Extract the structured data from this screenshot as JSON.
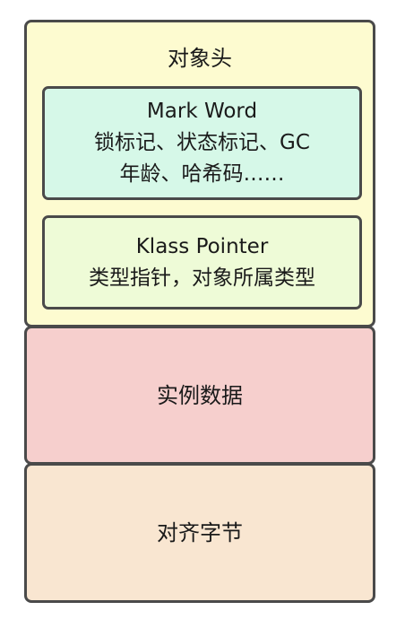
{
  "object_header": {
    "title": "对象头",
    "mark_word": {
      "lines": [
        "Mark Word",
        "锁标记、状态标记、GC",
        "年龄、哈希码……"
      ]
    },
    "klass_pointer": {
      "lines": [
        "Klass Pointer",
        "类型指针，对象所属类型"
      ]
    }
  },
  "instance_data": {
    "title": "实例数据"
  },
  "padding": {
    "title": "对齐字节"
  },
  "colors": {
    "header_fill": "#fdfbd0",
    "mark_word_fill": "#d6f8e8",
    "klass_pointer_fill": "#eefbd7",
    "instance_data_fill": "#f6cfcd",
    "padding_fill": "#f9e6d1",
    "border": "#4a4a4a"
  }
}
